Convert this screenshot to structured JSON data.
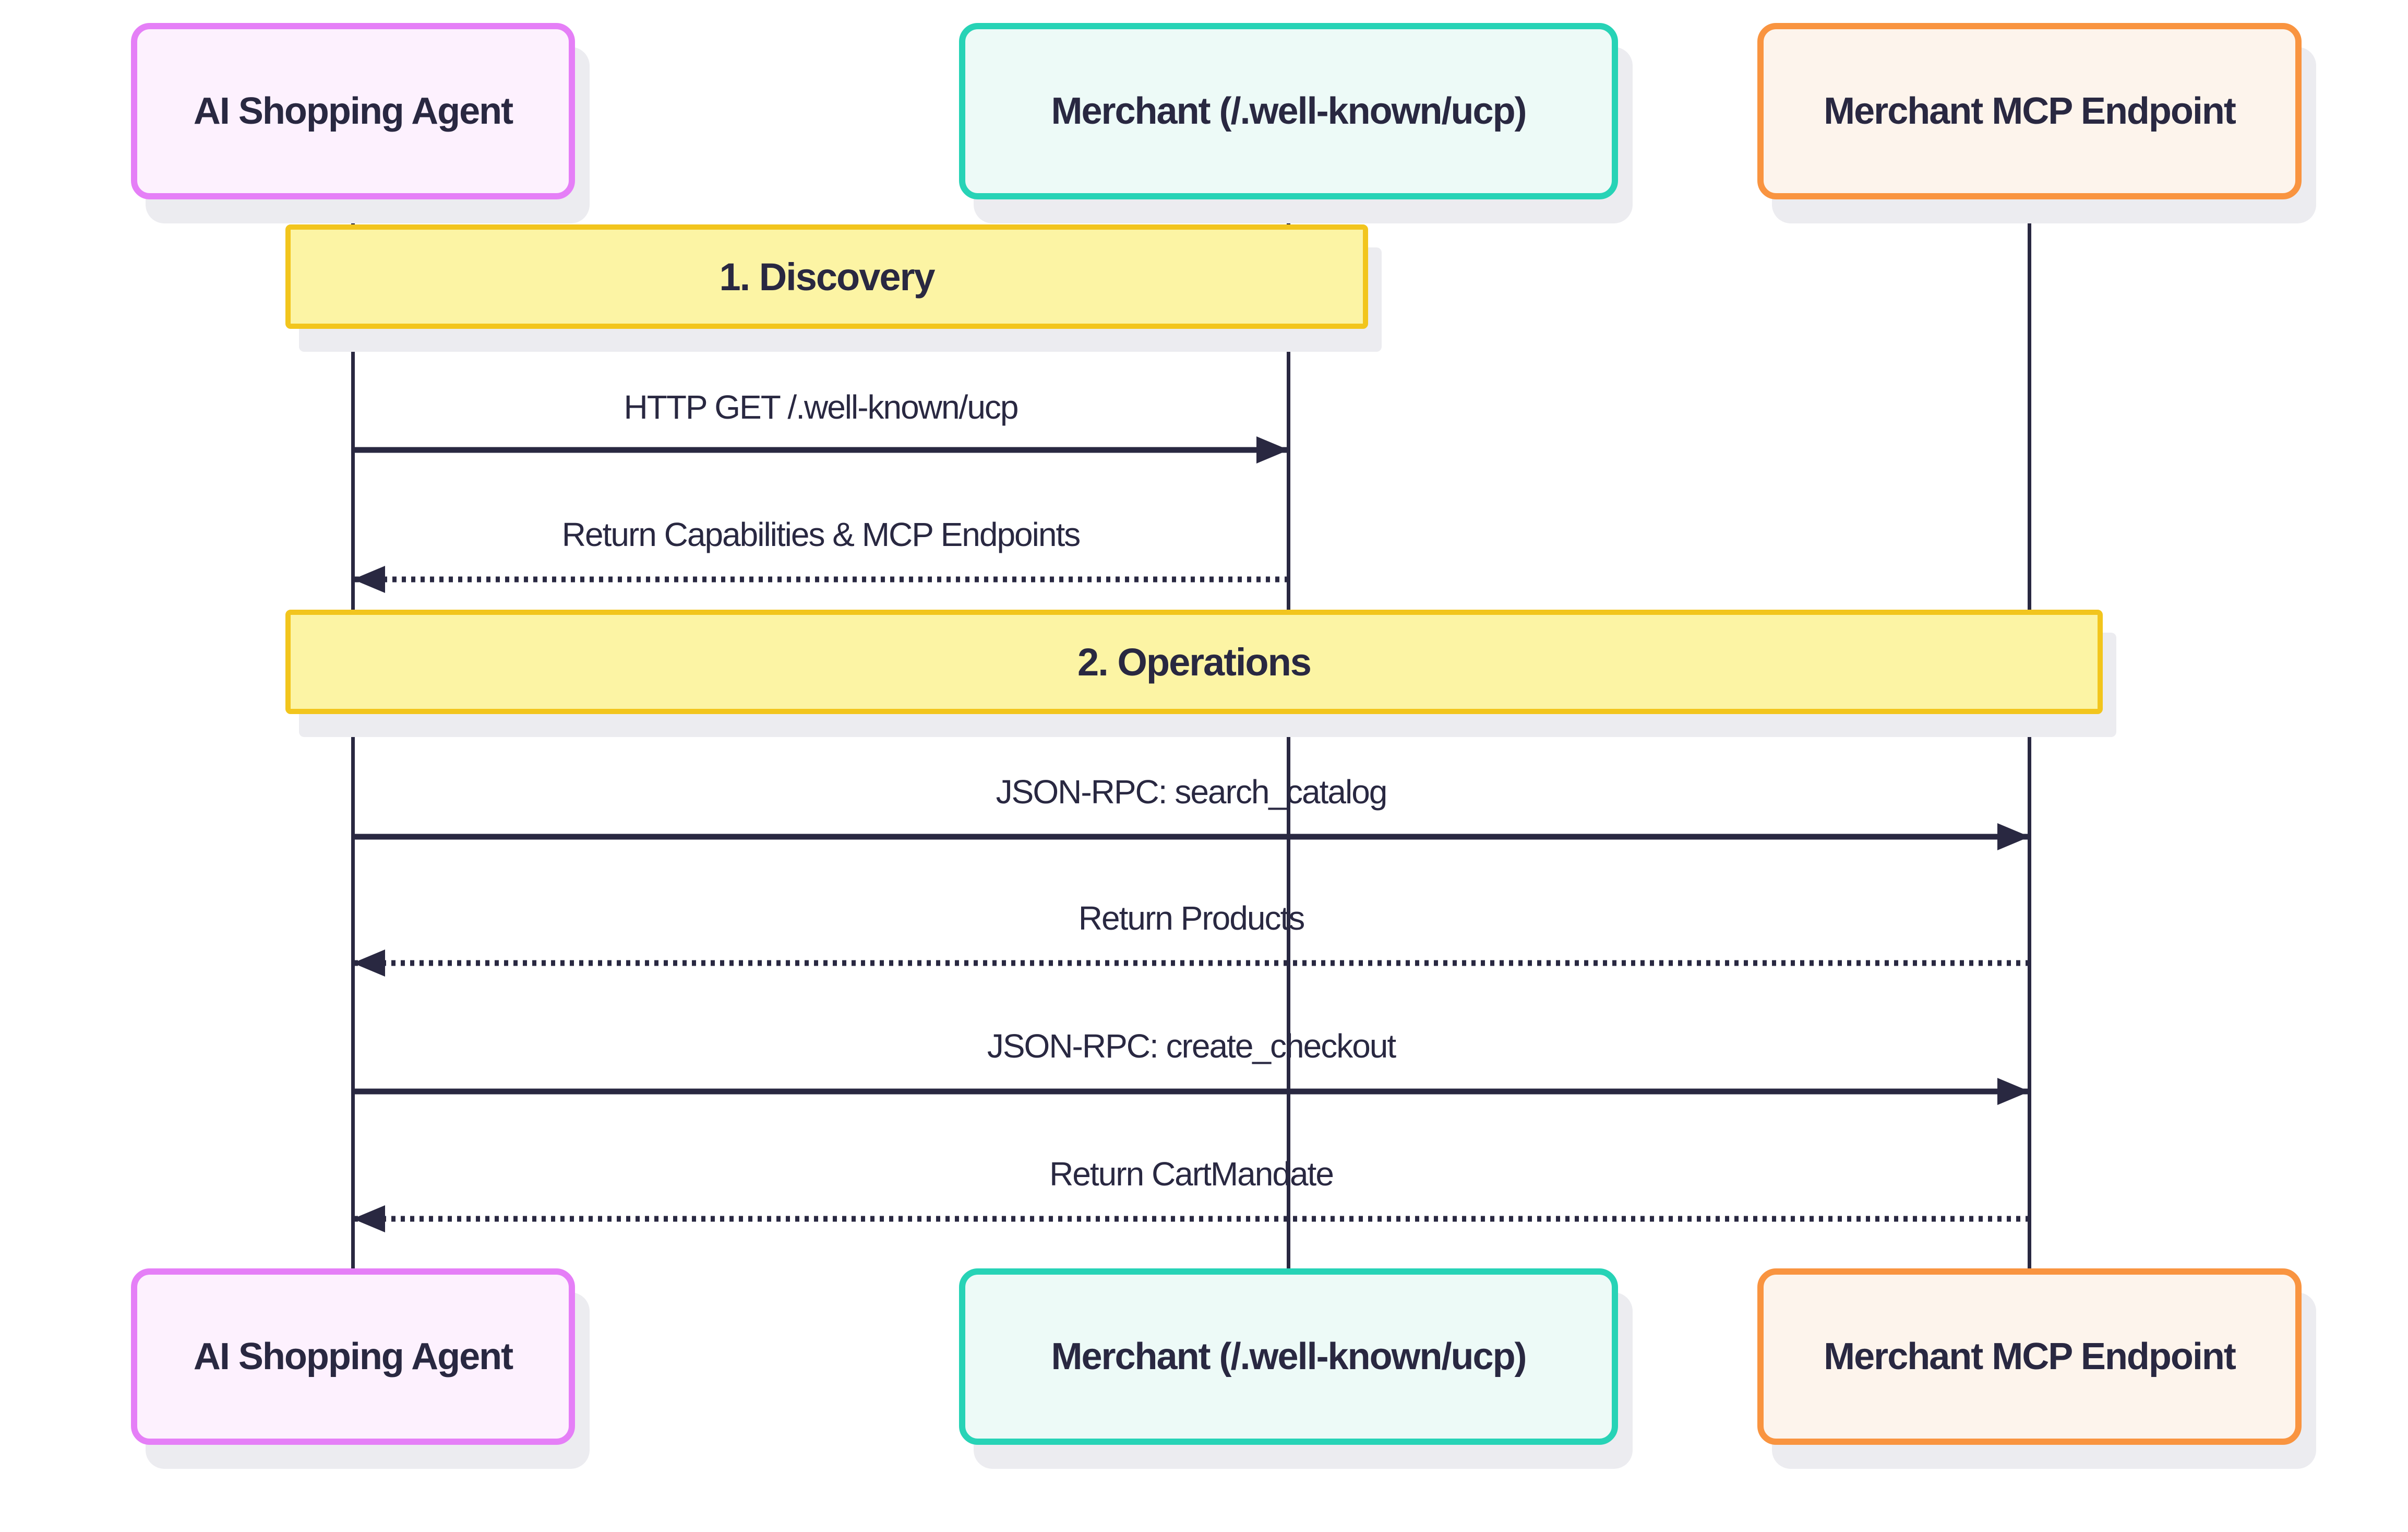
{
  "diagram": {
    "type": "sequence-diagram",
    "actors": [
      {
        "id": "agent",
        "label": "AI Shopping Agent",
        "accent": "#e57ff7",
        "fill": "#fdf1fe"
      },
      {
        "id": "merchant",
        "label": "Merchant (/.well-known/ucp)",
        "accent": "#27d3b6",
        "fill": "#edfaf7"
      },
      {
        "id": "mcp",
        "label": "Merchant MCP Endpoint",
        "accent": "#f99440",
        "fill": "#fdf4ec"
      }
    ],
    "sections": [
      {
        "label": "1. Discovery",
        "messages": [
          {
            "text": "HTTP GET /.well-known/ucp",
            "from": "agent",
            "to": "merchant",
            "style": "solid"
          },
          {
            "text": "Return Capabilities & MCP Endpoints",
            "from": "merchant",
            "to": "agent",
            "style": "dotted"
          }
        ]
      },
      {
        "label": "2. Operations",
        "messages": [
          {
            "text": "JSON-RPC: search_catalog",
            "from": "agent",
            "to": "mcp",
            "style": "solid"
          },
          {
            "text": "Return Products",
            "from": "mcp",
            "to": "agent",
            "style": "dotted"
          },
          {
            "text": "JSON-RPC: create_checkout",
            "from": "agent",
            "to": "mcp",
            "style": "solid"
          },
          {
            "text": "Return CartMandate",
            "from": "mcp",
            "to": "agent",
            "style": "dotted"
          }
        ]
      }
    ],
    "colors": {
      "background": "#ffffff",
      "ink": "#292841",
      "actor_pink_border": "#e57ff7",
      "actor_pink_fill": "#fdf1fe",
      "actor_teal_border": "#27d3b6",
      "actor_teal_fill": "#edfaf7",
      "actor_orange_border": "#f99440",
      "actor_orange_fill": "#fdf4ec",
      "banner_border": "#f2c51d",
      "banner_fill": "#fcf4a4",
      "shadow": "#ececf0"
    }
  }
}
